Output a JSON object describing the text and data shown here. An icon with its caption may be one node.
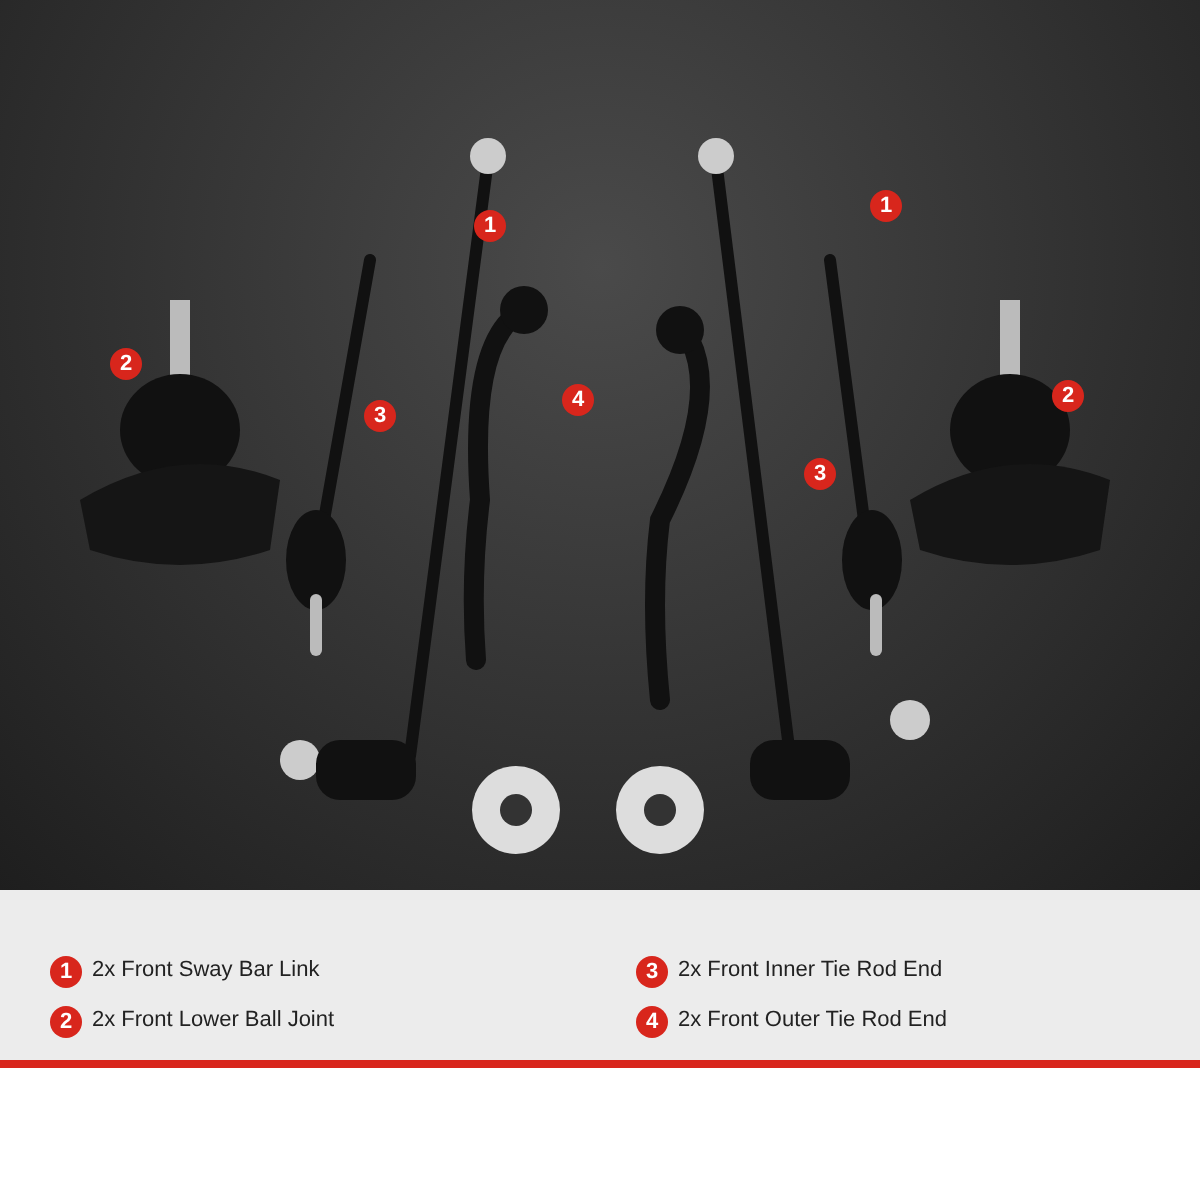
{
  "diagram": {
    "labels": [
      "1",
      "1",
      "2",
      "3",
      "4",
      "2",
      "3",
      "1",
      "2x Front Sway Bar Link",
      "3",
      "2x Front Inner Tie Rod End",
      "2",
      "2x Front Lower Ball Joint",
      "4",
      "2x Front Outer Tie Rod End"
    ]
  }
}
